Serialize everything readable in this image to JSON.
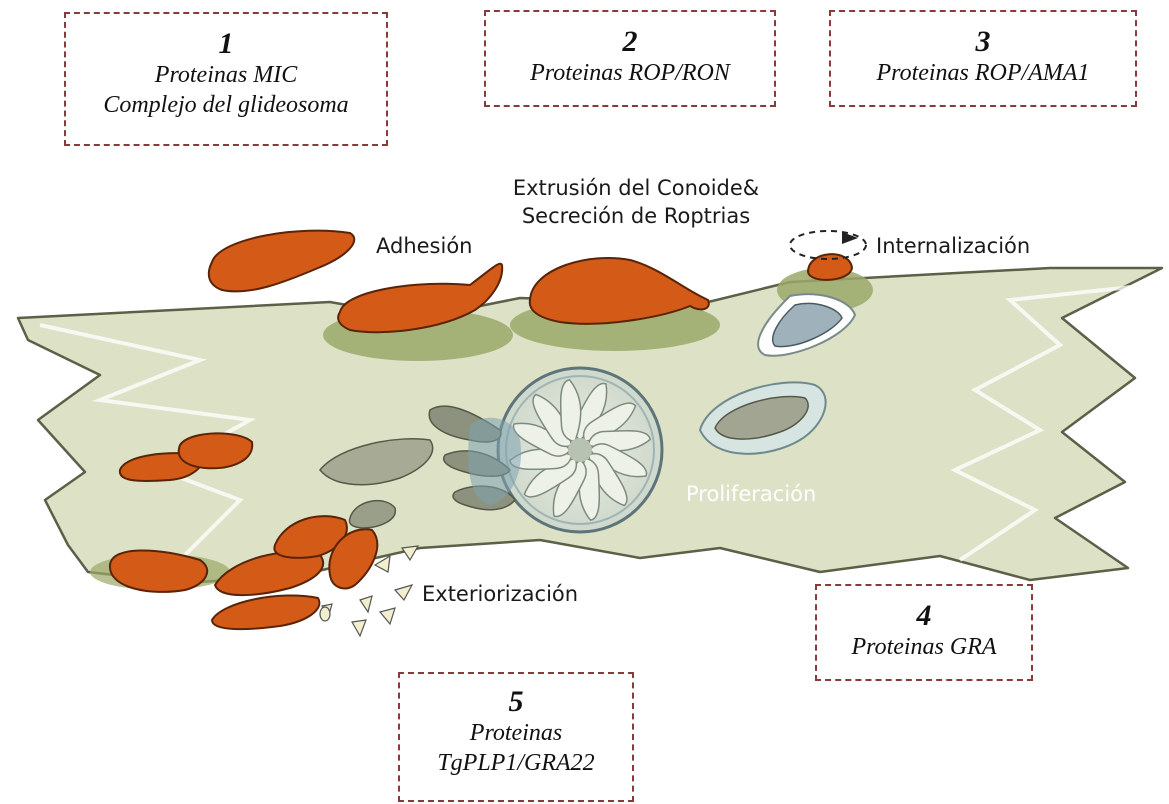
{
  "colors": {
    "parasite": "#d35a17",
    "parasite_stroke": "#5a2408",
    "cell": "#dde1c6",
    "cell_stroke": "#5d6048",
    "moss": "#9aa868",
    "vacuole": "#c5d9d6",
    "pale_parasite": "#9a9f8a",
    "box_border": "#8a3a3a"
  },
  "boxes": [
    {
      "number": "1",
      "lines": [
        "Proteinas MIC",
        "Complejo del glideosoma"
      ]
    },
    {
      "number": "2",
      "lines": [
        "Proteinas ROP/RON"
      ]
    },
    {
      "number": "3",
      "lines": [
        "Proteinas ROP/AMA1"
      ]
    },
    {
      "number": "4",
      "lines": [
        "Proteinas GRA"
      ]
    },
    {
      "number": "5",
      "lines": [
        "Proteinas",
        "TgPLP1/GRA22"
      ]
    }
  ],
  "labels": {
    "adhesion": "Adhesión",
    "extrusion": [
      "Extrusión del Conoide&",
      "Secreción de Roptrias"
    ],
    "internalizacion": "Internalización",
    "proliferacion": "Proliferación",
    "exteriorizacion": "Exteriorización"
  }
}
